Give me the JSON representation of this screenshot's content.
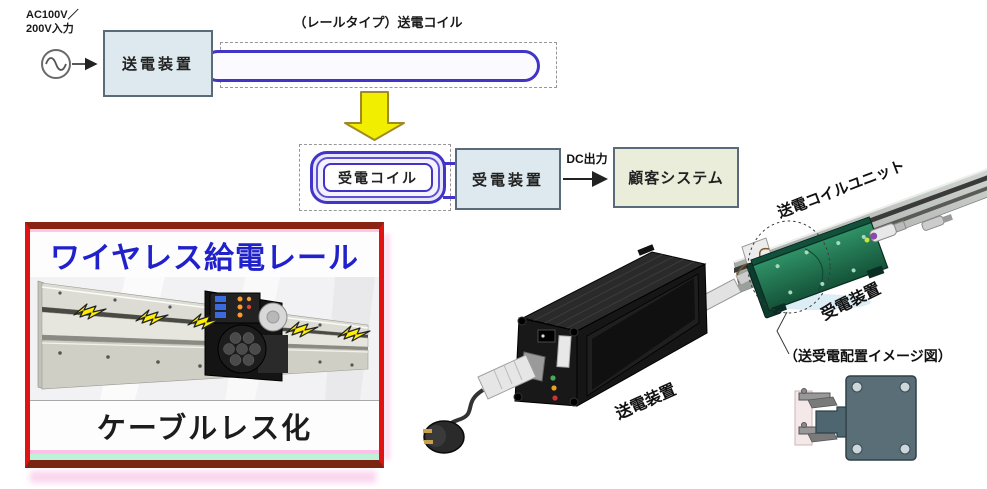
{
  "flow": {
    "ac_input": {
      "line1": "AC100V／",
      "line2": "200V入力"
    },
    "coil_label": "（レールタイプ）送電コイル",
    "transmitter": "送電装置",
    "receiver_coil": "受電コイル",
    "receiver": "受電装置",
    "dc_output": "DC出力",
    "customer": "顧客システム"
  },
  "panel": {
    "title": "ワイヤレス給電レール",
    "caption": "ケーブルレス化"
  },
  "render": {
    "coil_unit_label": "送電コイルユニット",
    "receiver_label": "受電装置",
    "transmitter_label": "送電装置",
    "sketch_label": "（送受電配置イメージ図）"
  },
  "colors": {
    "coil_blue": "#4334c8",
    "panel_border_red": "#dd1111",
    "panel_title_blue": "#2121cc",
    "arrow_yellow": "#f2ee00",
    "device_box_fill": "#dde9ee",
    "customer_box_fill": "#e9edda",
    "bolt_yellow": "#ffee00",
    "receiver_unit_green": "#1e7a52",
    "sketch_block_slate": "#5a6e78"
  }
}
